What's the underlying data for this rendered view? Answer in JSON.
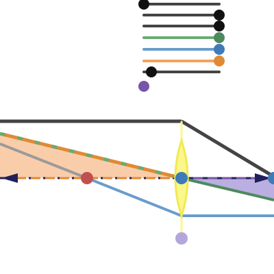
{
  "colors": {
    "background": "#ffffff",
    "dark": "#444444",
    "handle_black": "#111111",
    "green": "#6aaa72",
    "green_dark": "#4e8a5d",
    "blue": "#6a9ccc",
    "blue_point": "#3f7bb8",
    "orange": "#f5a25a",
    "orange_fill": "#f9c49b",
    "orange_edge": "#e08a35",
    "purple": "#7755aa",
    "purple_fill": "#b3a6dd",
    "red": "#c05050",
    "yellow": "#fbf78a",
    "yellow_edge": "#f0ea55",
    "navy": "#22205a",
    "gray": "#9a9a9a"
  },
  "legend": {
    "sliders": [
      {
        "color_key": "dark",
        "handle_color_key": "handle_black",
        "value": 0.0
      },
      {
        "color_key": "dark",
        "handle_color_key": "handle_black",
        "value": 1.0
      },
      {
        "color_key": "dark",
        "handle_color_key": "handle_black",
        "value": 1.0
      },
      {
        "color_key": "green",
        "handle_color_key": "green_dark",
        "value": 1.0
      },
      {
        "color_key": "blue",
        "handle_color_key": "blue_point",
        "value": 1.0
      },
      {
        "color_key": "orange",
        "handle_color_key": "orange_edge",
        "value": 1.0
      },
      {
        "color_key": "dark",
        "handle_color_key": "handle_black",
        "value": 0.1
      }
    ],
    "extra_point_color_key": "purple"
  },
  "icons": [
    "optical-axis-arrow-left-icon",
    "optical-axis-arrow-right-icon"
  ]
}
